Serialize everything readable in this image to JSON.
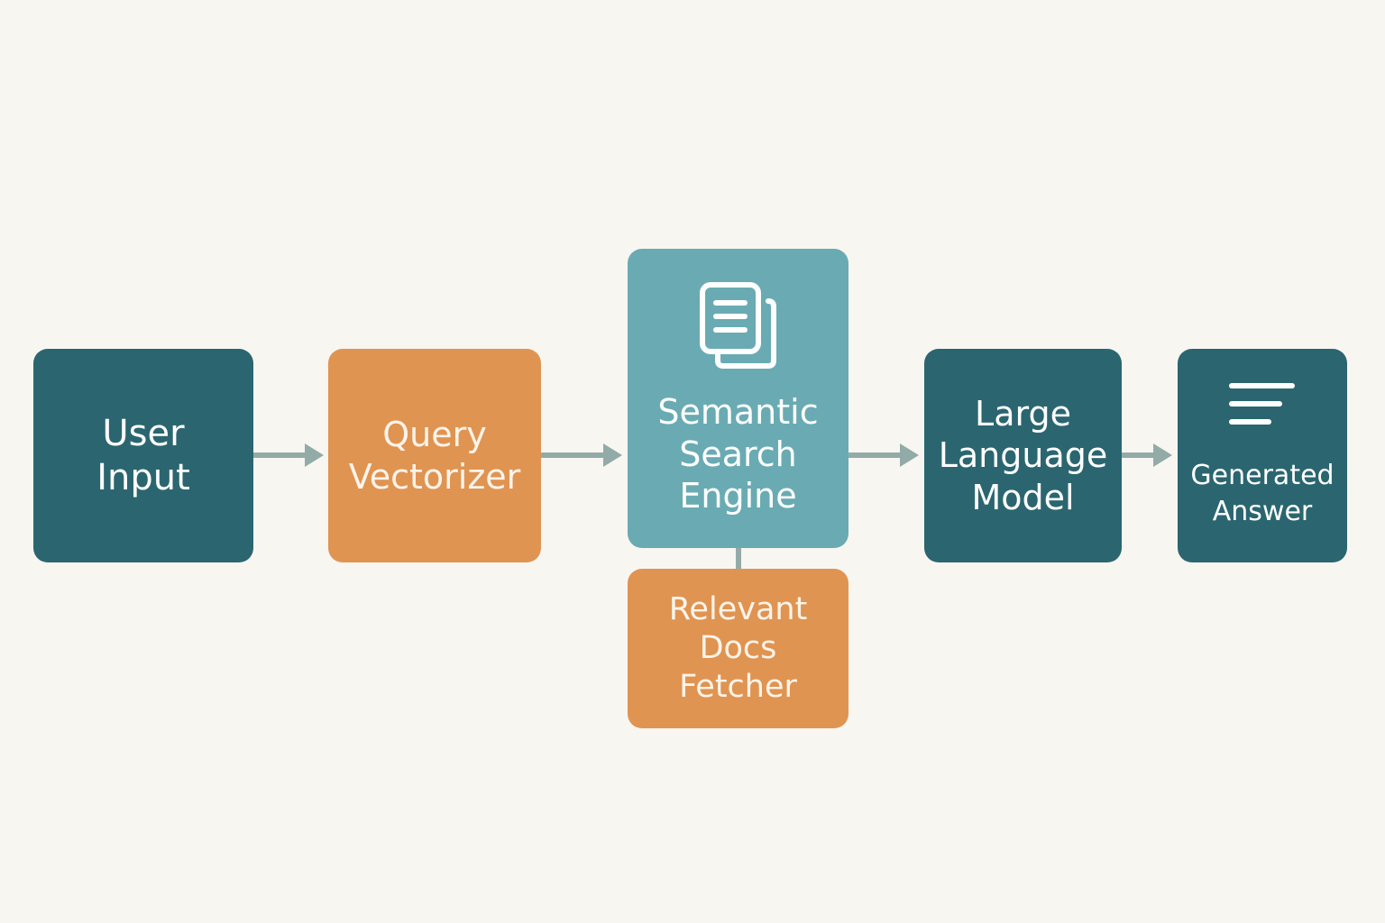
{
  "colors": {
    "background": "#f8f6f1",
    "dark_teal": "#2b6670",
    "orange": "#e09452",
    "light_teal": "#6aabb3",
    "connector": "#93aba8"
  },
  "nodes": {
    "user_input": {
      "label": "User\nInput",
      "color": "#2b6670"
    },
    "query_vectorizer": {
      "label": "Query\nVectorizer",
      "color": "#e09452"
    },
    "semantic_search": {
      "label": "Semantic\nSearch\nEngine",
      "color": "#6aabb3",
      "icon": "documents-icon"
    },
    "relevant_docs": {
      "label": "Relevant\nDocs\nFetcher",
      "color": "#e09452"
    },
    "llm": {
      "label": "Large\nLanguage\nModel",
      "color": "#2b6670"
    },
    "generated_answer": {
      "label": "Generated\nAnswer",
      "color": "#2b6670",
      "icon": "text-lines-icon"
    }
  },
  "edges": [
    {
      "from": "user_input",
      "to": "query_vectorizer",
      "style": "arrow"
    },
    {
      "from": "query_vectorizer",
      "to": "semantic_search",
      "style": "arrow"
    },
    {
      "from": "semantic_search",
      "to": "relevant_docs",
      "style": "line"
    },
    {
      "from": "semantic_search",
      "to": "llm",
      "style": "arrow"
    },
    {
      "from": "llm",
      "to": "generated_answer",
      "style": "arrow"
    }
  ]
}
